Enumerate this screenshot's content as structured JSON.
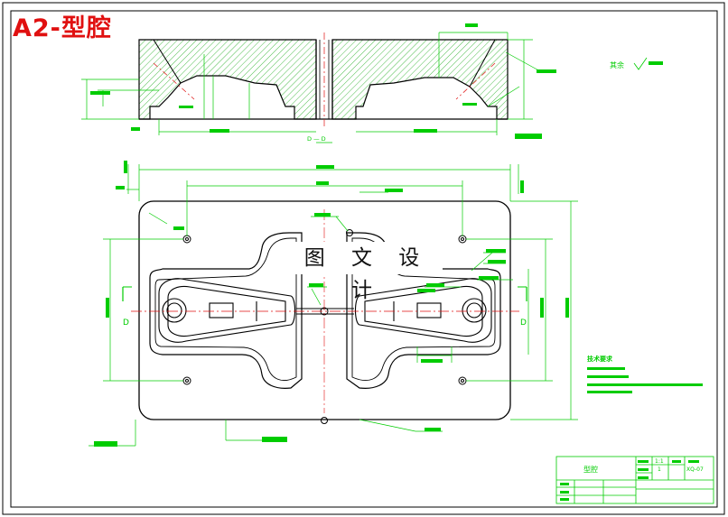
{
  "sheet": {
    "title": "A2-型腔",
    "watermark": "图 文 设 计"
  },
  "section_view": {
    "section_label": "D — D",
    "surface_finish_note": "其余"
  },
  "plan_view": {
    "cut_mark_left": "D",
    "cut_mark_right": "D"
  },
  "technical_requirements": {
    "heading": "技术要求"
  },
  "title_block": {
    "part_name": "型腔",
    "scale": "1:1",
    "quantity": "1",
    "drawing_number": "XQ-07"
  },
  "colors": {
    "outline": "#000000",
    "dimension": "#00cc00",
    "centerline": "#e01010",
    "hatch": "#00a000",
    "title": "#e01010"
  }
}
